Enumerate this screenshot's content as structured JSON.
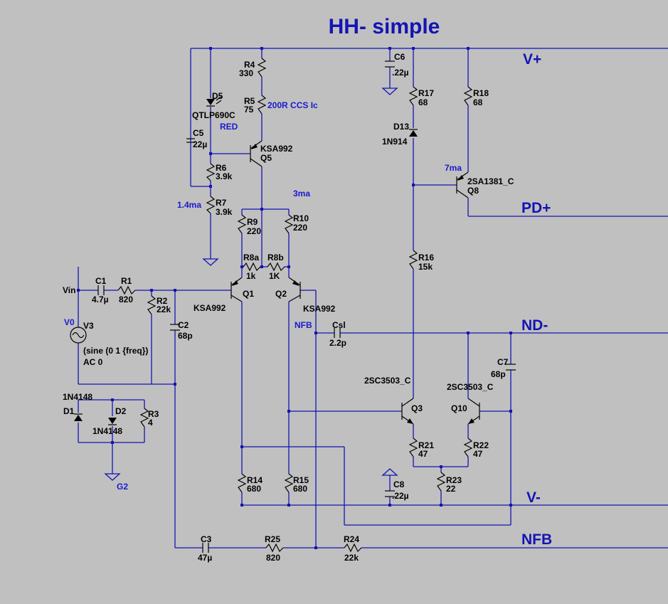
{
  "title": "HH- simple",
  "nets": [
    "V+",
    "PD+",
    "ND-",
    "V-",
    "NFB"
  ],
  "annotations": {
    "ccs": "200R CCS Ic",
    "led_color": "RED",
    "i_q5": "3ma",
    "i_bias": "1.4ma",
    "i_q8": "7ma",
    "nfb_tap": "NFB",
    "ground_g2": "G2",
    "source_v0": "V0"
  },
  "ports": {
    "vin": "Vin"
  },
  "source": {
    "ref": "V3",
    "line1": "(sine (0 1 {freq})",
    "line2": "AC 0"
  },
  "components": [
    {
      "ref": "R4",
      "value": "330"
    },
    {
      "ref": "R5",
      "value": "75"
    },
    {
      "ref": "D5",
      "value": "QTLP690C"
    },
    {
      "ref": "C5",
      "value": "22µ"
    },
    {
      "ref": "Q5",
      "value": "KSA992"
    },
    {
      "ref": "R6",
      "value": "3.9k"
    },
    {
      "ref": "R7",
      "value": "3.9k"
    },
    {
      "ref": "R9",
      "value": "220"
    },
    {
      "ref": "R10",
      "value": "220"
    },
    {
      "ref": "R8a",
      "value": "1k"
    },
    {
      "ref": "R8b",
      "value": "1K"
    },
    {
      "ref": "Q1",
      "value": "KSA992"
    },
    {
      "ref": "Q2",
      "value": "KSA992"
    },
    {
      "ref": "C1",
      "value": "4.7µ"
    },
    {
      "ref": "R1",
      "value": "820"
    },
    {
      "ref": "R2",
      "value": "22k"
    },
    {
      "ref": "C2",
      "value": "68p"
    },
    {
      "ref": "D1",
      "value": "1N4148"
    },
    {
      "ref": "D2",
      "value": "1N4148"
    },
    {
      "ref": "R3",
      "value": "4"
    },
    {
      "ref": "C6",
      "value": ".22µ"
    },
    {
      "ref": "R17",
      "value": "68"
    },
    {
      "ref": "R18",
      "value": "68"
    },
    {
      "ref": "D13",
      "value": "1N914"
    },
    {
      "ref": "Q8",
      "value": "2SA1381_C"
    },
    {
      "ref": "R16",
      "value": "15k"
    },
    {
      "ref": "Csl",
      "value": "2.2p"
    },
    {
      "ref": "C7",
      "value": "68p"
    },
    {
      "ref": "Q3",
      "value": "2SC3503_C"
    },
    {
      "ref": "Q10",
      "value": "2SC3503_C"
    },
    {
      "ref": "R21",
      "value": "47"
    },
    {
      "ref": "R22",
      "value": "47"
    },
    {
      "ref": "R23",
      "value": "22"
    },
    {
      "ref": "C8",
      "value": ".22µ"
    },
    {
      "ref": "R14",
      "value": "680"
    },
    {
      "ref": "R15",
      "value": "680"
    },
    {
      "ref": "C3",
      "value": "47µ"
    },
    {
      "ref": "R25",
      "value": "820"
    },
    {
      "ref": "R24",
      "value": "22k"
    }
  ]
}
